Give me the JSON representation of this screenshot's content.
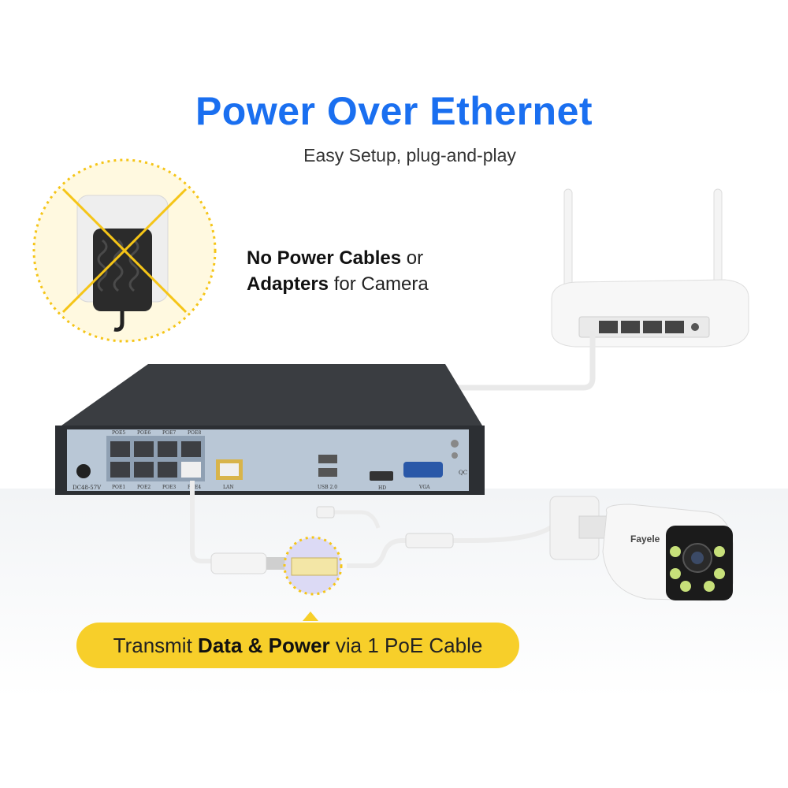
{
  "header": {
    "title": "Power Over Ethernet",
    "subtitle": "Easy Setup, plug-and-play"
  },
  "callout": {
    "line1_bold": "No Power Cables",
    "line1_rest": " or",
    "line2_bold": "Adapters",
    "line2_rest": " for Camera"
  },
  "banner": {
    "prefix": "Transmit ",
    "bold": "Data & Power",
    "suffix": " via 1 PoE Cable"
  },
  "nvr": {
    "poe_top": [
      "POE5",
      "POE6",
      "POE7",
      "POE8"
    ],
    "poe_bottom": [
      "POE1",
      "POE2",
      "POE3",
      "POE4"
    ],
    "dc_label": "DC48-57V",
    "lan_label": "LAN",
    "usb_label": "USB 2.0",
    "hd_label": "HD",
    "vga_label": "VGA",
    "qc_label": "QC"
  },
  "camera": {
    "brand": "Fayele"
  },
  "colors": {
    "title_blue": "#1a6ff0",
    "banner_yellow": "#f7cf2a",
    "nvr_panel": "#b9c7d6"
  }
}
